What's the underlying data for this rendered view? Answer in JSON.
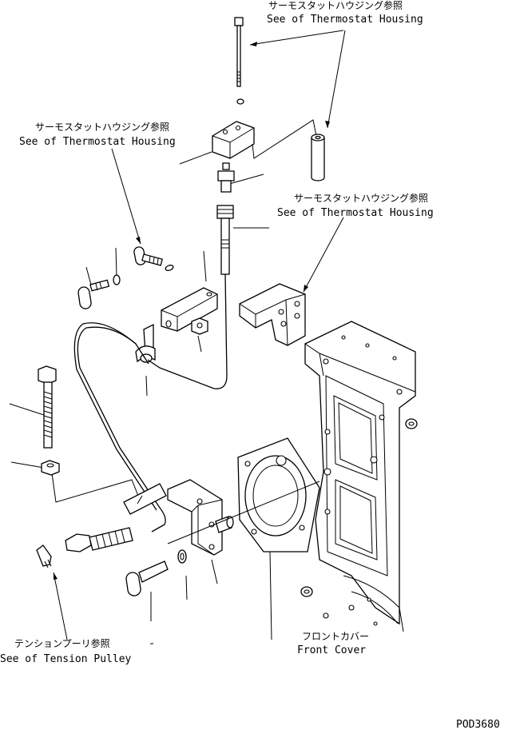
{
  "labels": {
    "thermostat_top_jp": "サーモスタットハウジング参照",
    "thermostat_top_en": "See of Thermostat Housing",
    "thermostat_left_jp": "サーモスタットハウジング参照",
    "thermostat_left_en": "See of Thermostat Housing",
    "thermostat_right_jp": "サーモスタットハウジング参照",
    "thermostat_right_en": "See of Thermostat Housing",
    "tension_pulley_jp": "テンションプーリ参照",
    "tension_pulley_en": "See of Tension Pulley",
    "front_cover_jp": "フロントカバー",
    "front_cover_en": "Front Cover",
    "drawing_number": "POD3680"
  }
}
